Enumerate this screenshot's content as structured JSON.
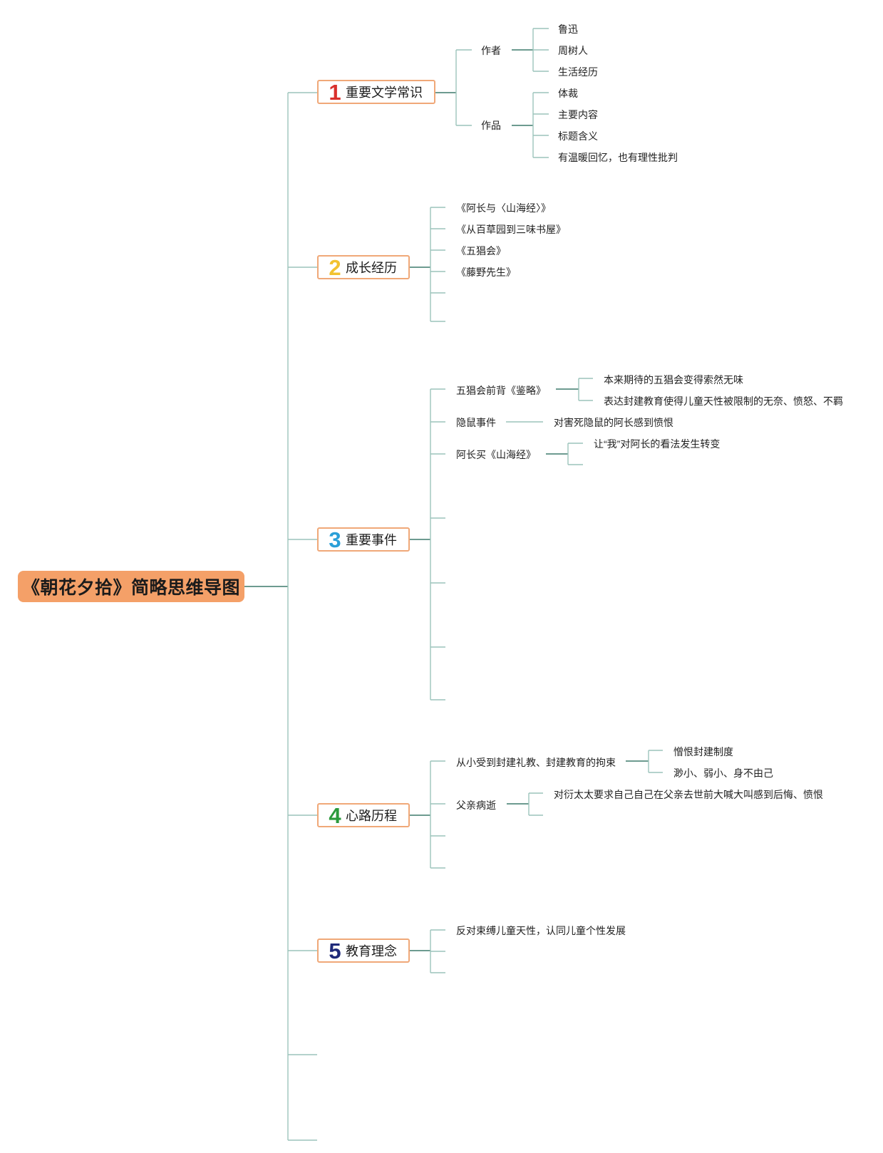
{
  "title": "《朝花夕拾》简略思维导图",
  "colors": {
    "root_bg": "#f4a068",
    "category_border": "#f0a878",
    "connector": "#3d7a6b",
    "num1": "#d9302c",
    "num2": "#f2c230",
    "num3": "#2a9fd8",
    "num4": "#2b9a3c",
    "num5": "#1f2a7a"
  },
  "categories": [
    {
      "num": "1",
      "label": "重要文学常识",
      "sub": [
        {
          "label": "作者",
          "items": [
            "鲁迅",
            "周树人",
            "生活经历"
          ]
        },
        {
          "label": "作品",
          "items": [
            "体裁",
            "主要内容",
            "标题含义",
            "有温暖回忆，也有理性批判"
          ]
        }
      ]
    },
    {
      "num": "2",
      "label": "成长经历",
      "items": [
        "《阿长与〈山海经〉》",
        "《从百草园到三味书屋》",
        "《五猖会》",
        "《藤野先生》"
      ]
    },
    {
      "num": "3",
      "label": "重要事件",
      "events": [
        {
          "label": "五猖会前背《鉴略》",
          "details": [
            "本来期待的五猖会变得索然无味",
            "表达封建教育使得儿童天性被限制的无奈、愤怒、不羁"
          ]
        },
        {
          "label": "隐鼠事件",
          "details": [
            "对害死隐鼠的阿长感到愤恨"
          ]
        },
        {
          "label": "阿长买《山海经》",
          "details": [
            "让“我”对阿长的看法发生转变"
          ]
        }
      ]
    },
    {
      "num": "4",
      "label": "心路历程",
      "events": [
        {
          "label": "从小受到封建礼教、封建教育的拘束",
          "details": [
            "憎恨封建制度",
            "渺小、弱小、身不由己"
          ]
        },
        {
          "label": "父亲病逝",
          "details": [
            "对衍太太要求自己自己在父亲去世前大喊大叫感到后悔、愤恨"
          ]
        }
      ]
    },
    {
      "num": "5",
      "label": "教育理念",
      "items": [
        "反对束缚儿童天性，认同儿童个性发展"
      ]
    }
  ]
}
